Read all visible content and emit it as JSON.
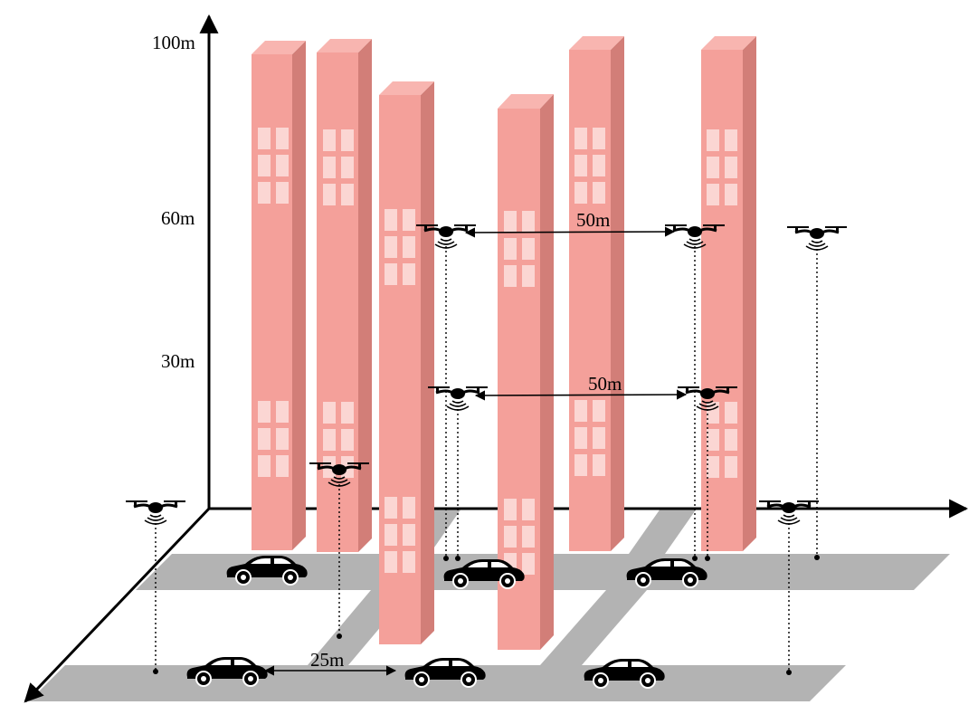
{
  "axis_labels": {
    "h100": "100m",
    "h60": "60m",
    "h30": "30m"
  },
  "distance_labels": {
    "upper_pair": "50m",
    "lower_pair": "50m",
    "vehicle_spacing": "25m"
  },
  "colors": {
    "building_front": "#f4a09a",
    "building_side": "#d27e78",
    "building_top": "#f8b5b0",
    "window": "#fbd6d3",
    "road": "#b3b3b3",
    "ink": "#000000"
  },
  "icons": {
    "drone": "quadcopter-drone-icon",
    "vehicle": "car-icon"
  }
}
